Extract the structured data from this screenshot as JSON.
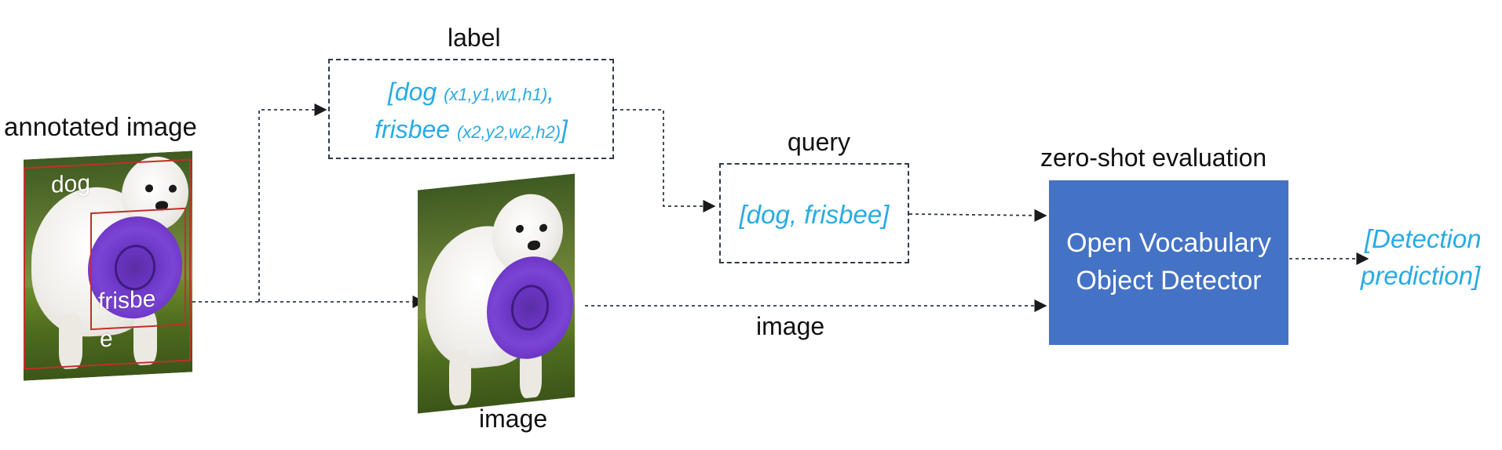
{
  "annotated_image": {
    "title": "annotated image",
    "box_labels": {
      "dog": "dog",
      "frisbee_line1": "frisbe",
      "frisbee_line2": "e"
    }
  },
  "label_box": {
    "title": "label",
    "line1_class": "[dog",
    "line1_coords": "(x1,y1,w1,h1)",
    "line1_tail": ",",
    "line2_class": "frisbee",
    "line2_coords": "(x2,y2,w2,h2)",
    "line2_tail": "]"
  },
  "query_box": {
    "title": "query",
    "text": "[dog, frisbee]"
  },
  "image_captions": {
    "under_photo": "image",
    "along_arrow": "image"
  },
  "detector": {
    "title": "zero-shot evaluation",
    "line1": "Open Vocabulary",
    "line2": "Object Detector",
    "fill_color": "#4472c4"
  },
  "output": {
    "line1": "[Detection",
    "line2": "prediction]"
  },
  "colors": {
    "accent_text": "#29abe2",
    "bbox": "#c0302a",
    "arrow": "#2e3a4a"
  }
}
